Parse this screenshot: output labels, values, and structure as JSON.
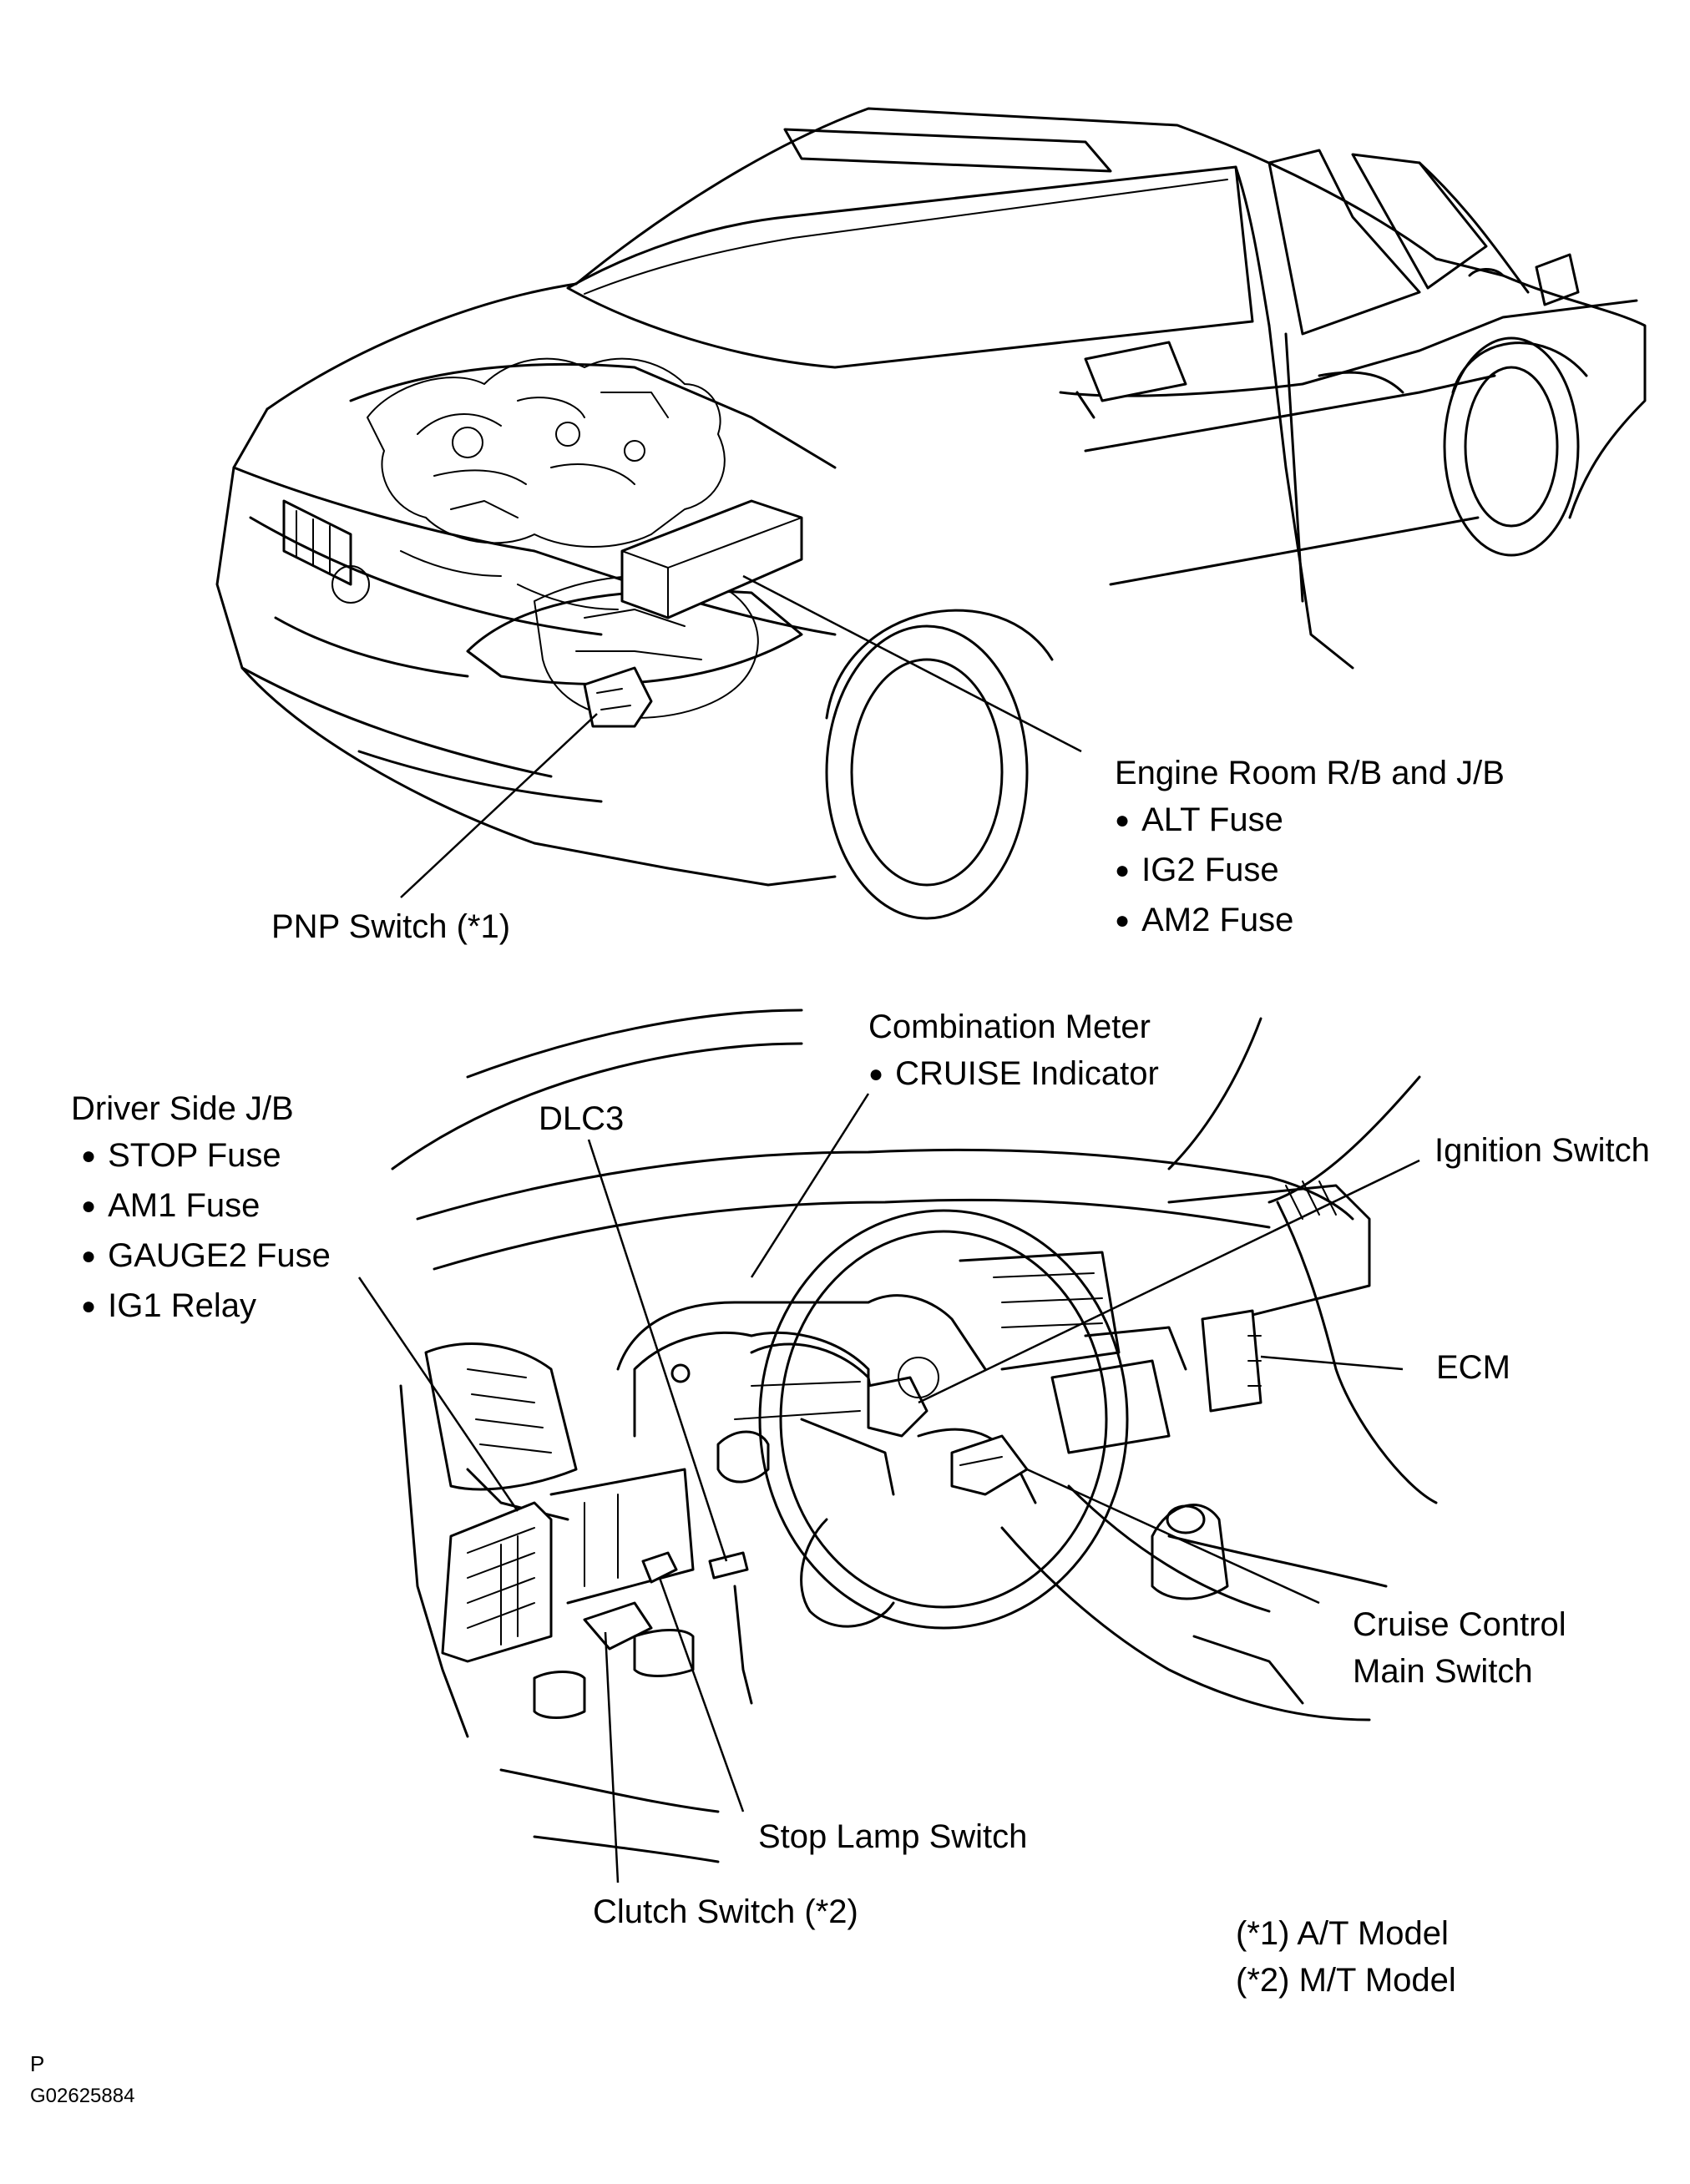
{
  "labels": {
    "engine_room": {
      "title": "Engine Room R/B and J/B",
      "items": [
        "ALT Fuse",
        "IG2 Fuse",
        "AM2 Fuse"
      ]
    },
    "pnp_switch": "PNP Switch (*1)",
    "combination_meter": {
      "title": "Combination Meter",
      "items": [
        "CRUISE Indicator"
      ]
    },
    "driver_side_jb": {
      "title": "Driver Side J/B",
      "items": [
        "STOP Fuse",
        "AM1 Fuse",
        "GAUGE2 Fuse",
        "IG1 Relay"
      ]
    },
    "dlc3": "DLC3",
    "ignition_switch": "Ignition Switch",
    "ecm": "ECM",
    "cruise_control": [
      "Cruise Control",
      "Main Switch"
    ],
    "stop_lamp_switch": "Stop Lamp Switch",
    "clutch_switch": "Clutch Switch (*2)"
  },
  "notes": [
    "(*1) A/T Model",
    "(*2) M/T Model"
  ],
  "footer": {
    "marker": "P",
    "code": "G02625884"
  }
}
